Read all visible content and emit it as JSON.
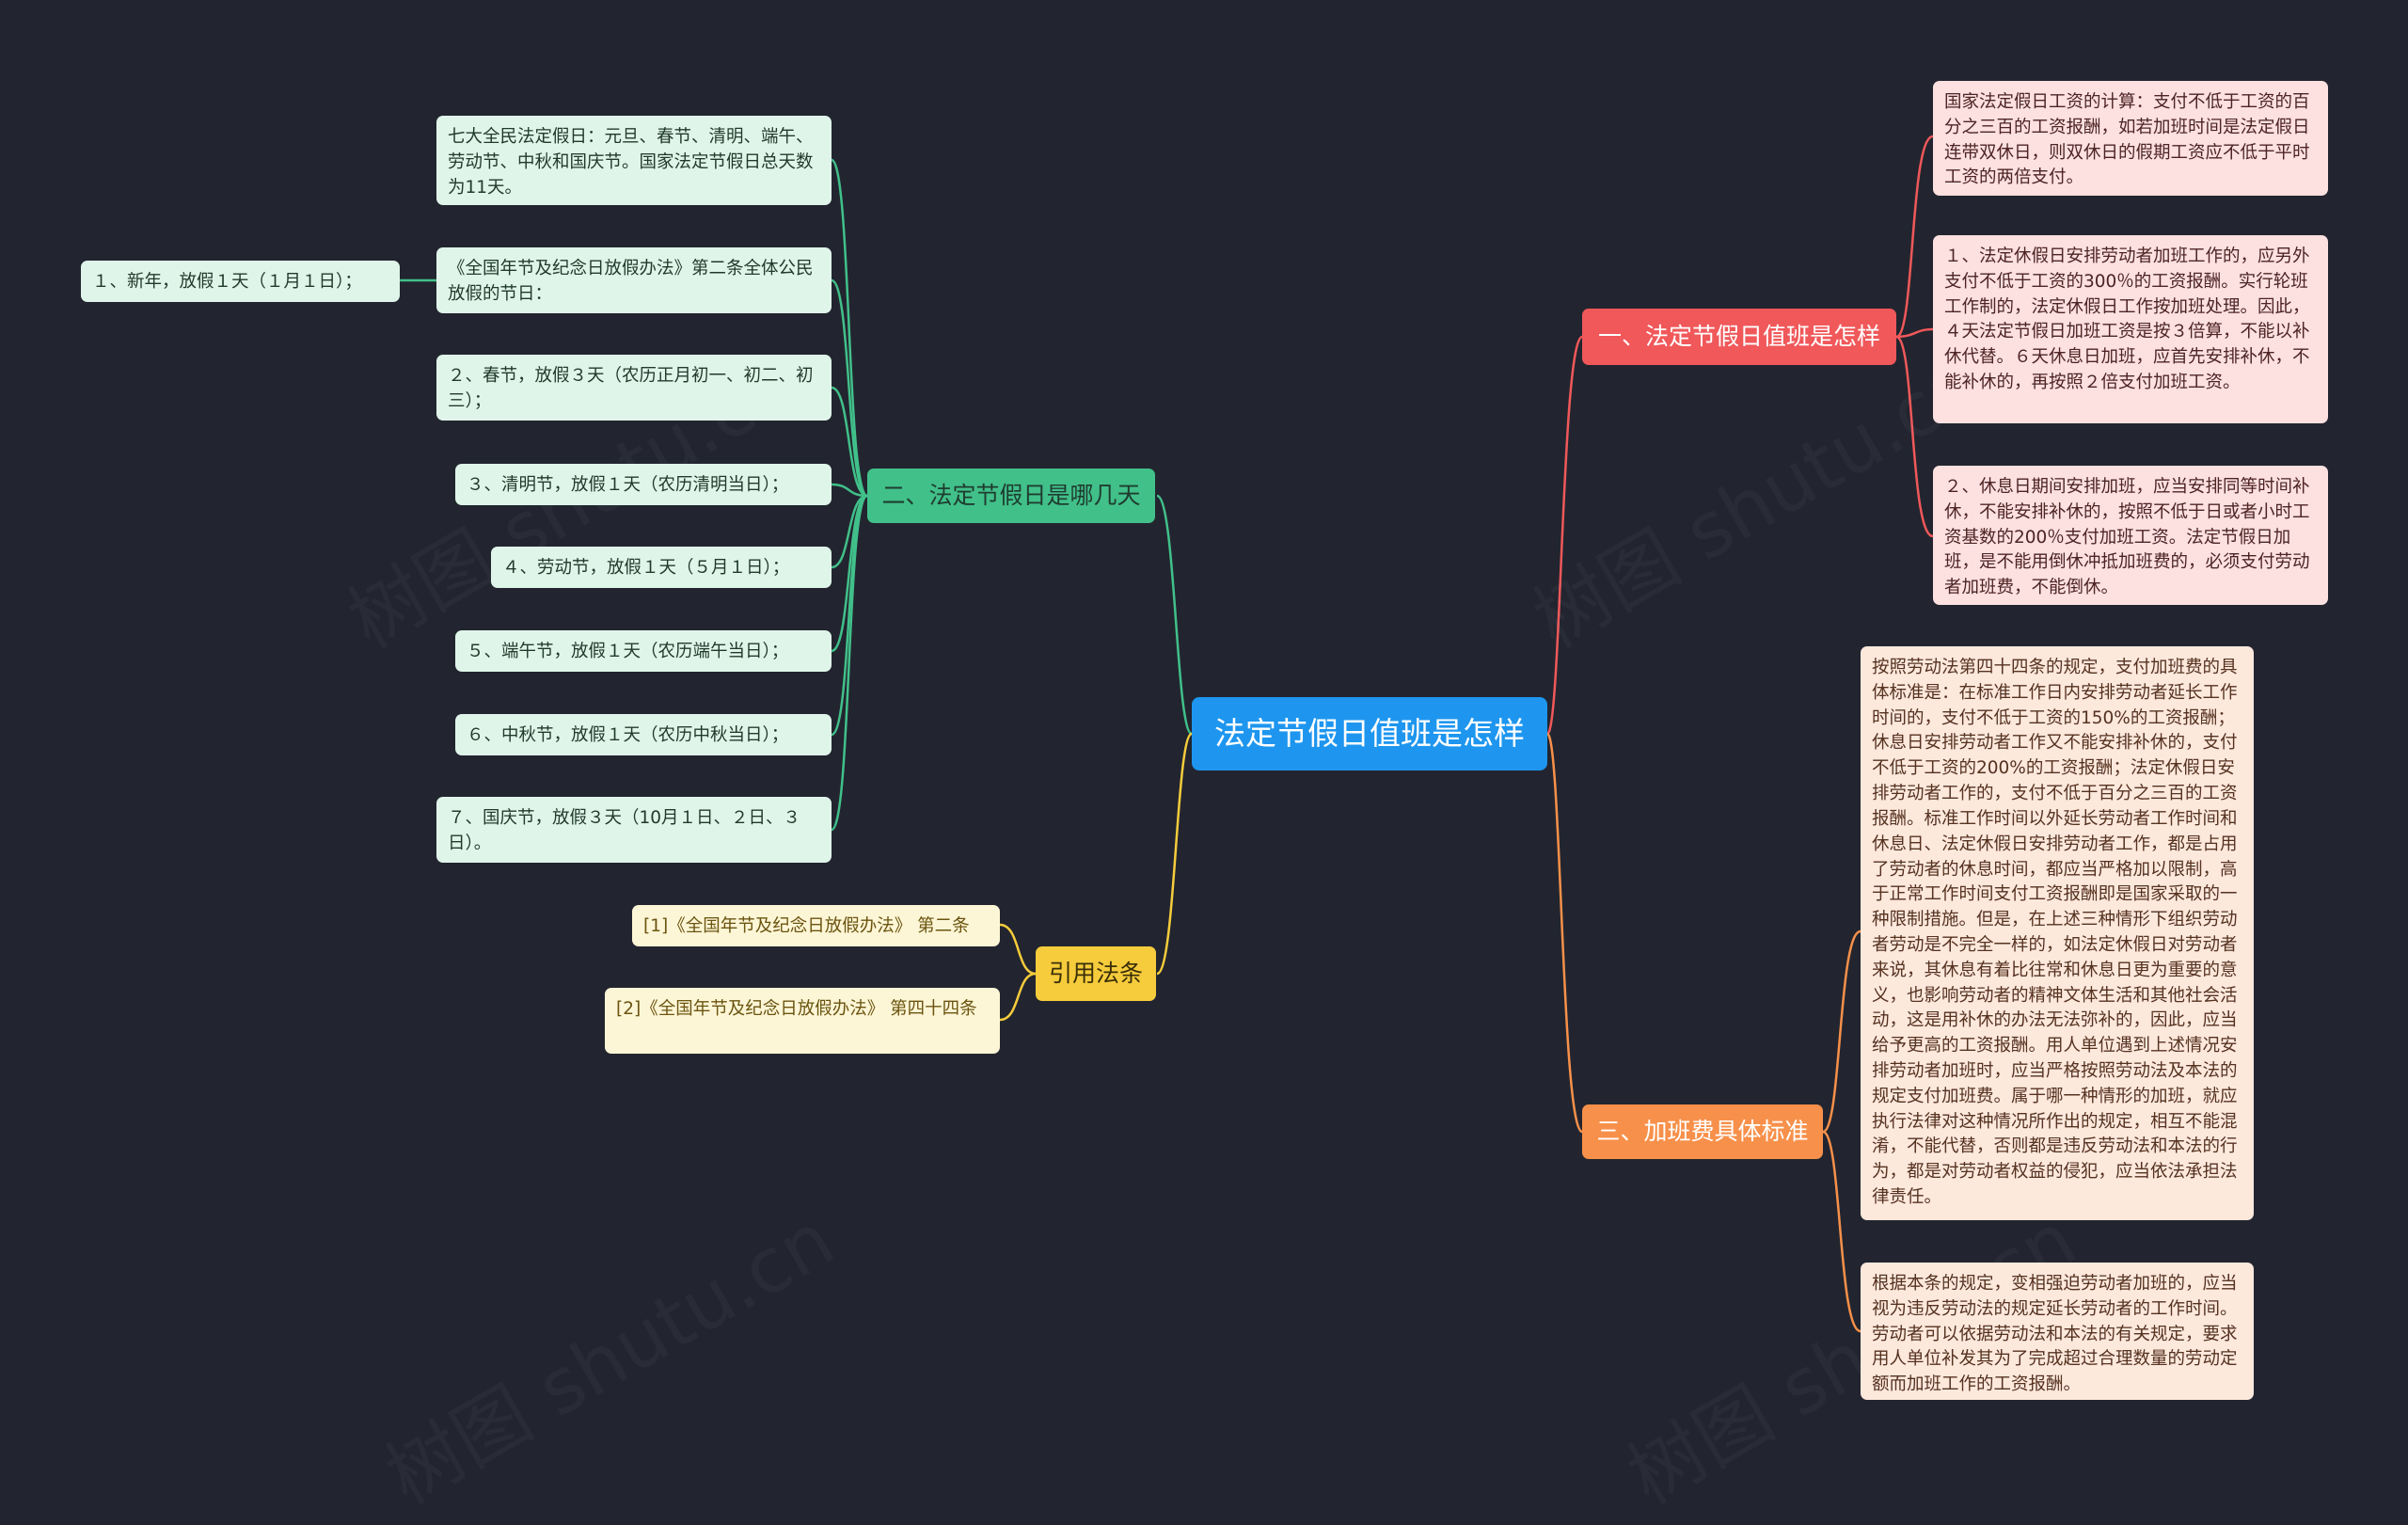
{
  "center": {
    "label": "法定节假日值班是怎样"
  },
  "branch_red": {
    "label": "一、法定节假日值班是怎样",
    "leaves": [
      "国家法定假日工资的计算：支付不低于工资的百分之三百的工资报酬，如若加班时间是法定假日连带双休日，则双休日的假期工资应不低于平时工资的两倍支付。",
      "１、法定休假日安排劳动者加班工作的，应另外支付不低于工资的300％的工资报酬。实行轮班工作制的，法定休假日工作按加班处理。因此，４天法定节假日加班工资是按３倍算，不能以补休代替。６天休息日加班，应首先安排补休，不能补休的，再按照２倍支付加班工资。",
      "２、休息日期间安排加班，应当安排同等时间补休，不能安排补休的，按照不低于日或者小时工资基数的200％支付加班工资。法定节假日加班，是不能用倒休冲抵加班费的，必须支付劳动者加班费，不能倒休。"
    ]
  },
  "branch_green": {
    "label": "二、法定节假日是哪几天",
    "leaves": [
      "七大全民法定假日：元旦、春节、清明、端午、劳动节、中秋和国庆节。国家法定节假日总天数为11天。",
      "《全国年节及纪念日放假办法》第二条全体公民放假的节日：",
      "２、春节，放假３天（农历正月初一、初二、初三）；",
      "３、清明节，放假１天（农历清明当日）；",
      "４、劳动节，放假１天（５月１日）；",
      "５、端午节，放假１天（农历端午当日）；",
      "６、中秋节，放假１天（农历中秋当日）；",
      "７、国庆节，放假３天（10月１日、２日、３日）。"
    ],
    "sub_leaf": "１、新年，放假１天（１月１日）；"
  },
  "branch_yellow": {
    "label": "引用法条",
    "leaves": [
      "[1]《全国年节及纪念日放假办法》 第二条",
      "[2]《全国年节及纪念日放假办法》 第四十四条"
    ]
  },
  "branch_orange": {
    "label": "三、加班费具体标准",
    "leaves": [
      "按照劳动法第四十四条的规定，支付加班费的具体标准是：在标准工作日内安排劳动者延长工作时间的，支付不低于工资的150%的工资报酬；休息日安排劳动者工作又不能安排补休的，支付不低于工资的200%的工资报酬；法定休假日安排劳动者工作的，支付不低于百分之三百的工资报酬。标准工作时间以外延长劳动者工作时间和休息日、法定休假日安排劳动者工作，都是占用了劳动者的休息时间，都应当严格加以限制，高于正常工作时间支付工资报酬即是国家采取的一种限制措施。但是，在上述三种情形下组织劳动者劳动是不完全一样的，如法定休假日对劳动者来说，其休息有着比往常和休息日更为重要的意义，也影响劳动者的精神文体生活和其他社会活动，这是用补休的办法无法弥补的，因此，应当给予更高的工资报酬。用人单位遇到上述情况安排劳动者加班时，应当严格按照劳动法及本法的规定支付加班费。属于哪一种情形的加班，就应执行法律对这种情况所作出的规定，相互不能混淆，不能代替，否则都是违反劳动法和本法的行为，都是对劳动者权益的侵犯，应当依法承担法律责任。",
      "根据本条的规定，变相强迫劳动者加班的，应当视为违反劳动法的规定延长劳动者的工作时间。劳动者可以依据劳动法和本法的有关规定，要求用人单位补发其为了完成超过合理数量的劳动定额而加班工作的工资报酬。"
    ]
  },
  "colors": {
    "background": "#22252f",
    "center": "#1e96ef",
    "red": "#f0585a",
    "green": "#41c08a",
    "yellow": "#f6cc3c",
    "orange": "#f7904a"
  },
  "watermark": "树图 shutu.cn"
}
